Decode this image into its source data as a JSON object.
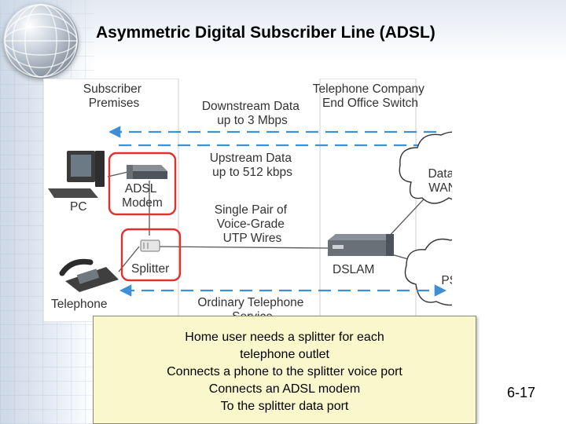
{
  "slide": {
    "title": "Asymmetric Digital Subscriber Line (ADSL)",
    "number": "6-17"
  },
  "diagram": {
    "subscriber_premises": [
      "Subscriber",
      "Premises"
    ],
    "end_office": [
      "Telephone Company",
      "End Office Switch"
    ],
    "downstream": [
      "Downstream Data",
      "up to 3 Mbps"
    ],
    "upstream": [
      "Upstream Data",
      "up to 512 kbps"
    ],
    "wires": [
      "Single Pair of",
      "Voice-Grade",
      "UTP Wires"
    ],
    "ordinary_service": [
      "Ordinary Telephone",
      "Service"
    ],
    "pc": "PC",
    "adsl_modem": [
      "ADSL",
      "Modem"
    ],
    "splitter": "Splitter",
    "telephone": "Telephone",
    "dslam": "DSLAM",
    "data_wan": [
      "Data",
      "WAN"
    ],
    "pstn": "PSTN",
    "colors": {
      "arrow": "#3d8fd6",
      "highlight": "#e03030",
      "cloud": "#ffffff",
      "line": "#555555"
    }
  },
  "note": {
    "lines": [
      "Home user needs a splitter for each",
      "telephone outlet",
      "Connects a phone to the splitter voice port",
      "Connects an ADSL modem",
      "To the splitter data port"
    ]
  }
}
